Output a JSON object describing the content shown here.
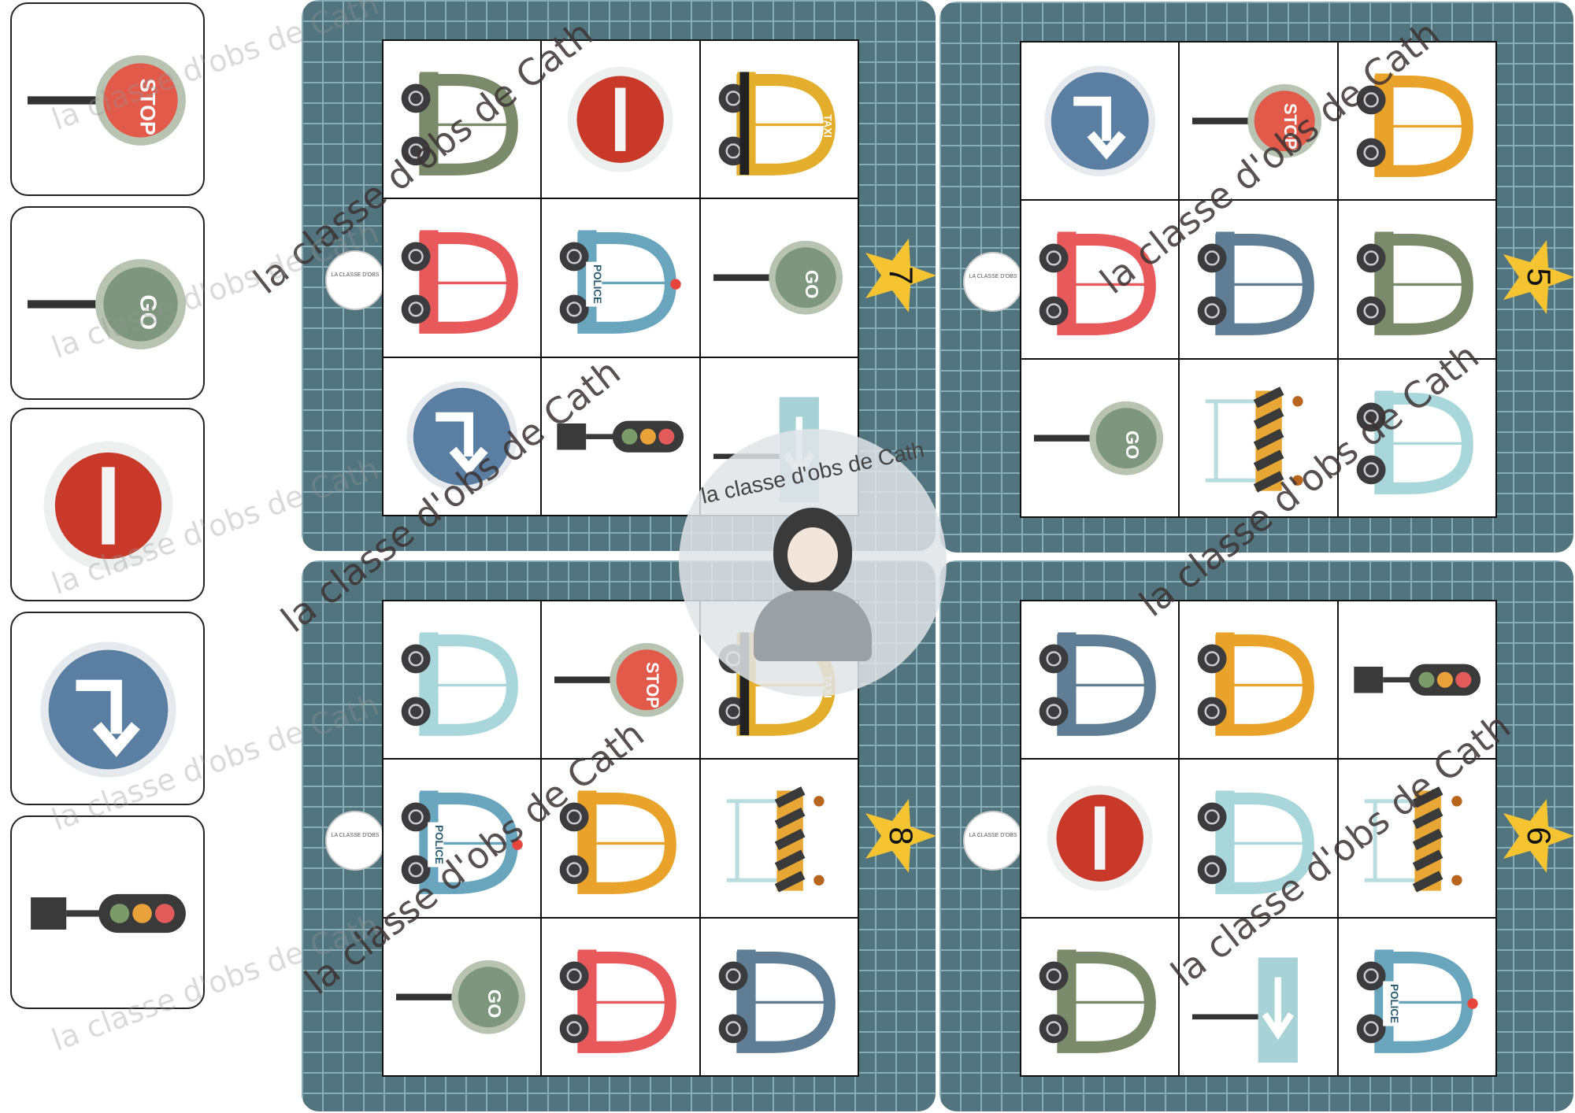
{
  "watermark": "la classe d'obs de Cath",
  "labels": {
    "stop": "STOP",
    "go": "GO",
    "taxi": "TAXI",
    "police": "POLICE",
    "logo": "LA CLASSE D'OBS"
  },
  "colors": {
    "board": "#52747e",
    "star": "#f6c431",
    "stop": "#e25a4a",
    "go": "#7d967d",
    "noentry": "#c9392a",
    "arrow": "#5b7ea3"
  },
  "cards": [
    "stop-sign",
    "go-sign",
    "no-entry-sign",
    "turn-arrow-sign",
    "traffic-light"
  ],
  "boards": [
    {
      "number": "7",
      "cells": [
        "car-green",
        "no-entry-sign",
        "taxi",
        "car-red",
        "police-car",
        "go-sign",
        "turn-arrow-sign",
        "traffic-light",
        "down-arrow-sign"
      ]
    },
    {
      "number": "5",
      "cells": [
        "turn-arrow-sign",
        "stop-sign",
        "car-yellow",
        "car-red",
        "car-blue",
        "car-green",
        "go-sign",
        "barrier",
        "car-lightblue"
      ]
    },
    {
      "number": "8",
      "cells": [
        "car-lightblue",
        "stop-sign",
        "taxi",
        "police-car",
        "car-yellow",
        "barrier",
        "go-sign",
        "car-red",
        "car-blue"
      ]
    },
    {
      "number": "6",
      "cells": [
        "car-blue",
        "car-yellow",
        "traffic-light",
        "no-entry-sign",
        "car-lightblue",
        "barrier",
        "car-green",
        "down-arrow-sign",
        "police-car"
      ]
    }
  ]
}
